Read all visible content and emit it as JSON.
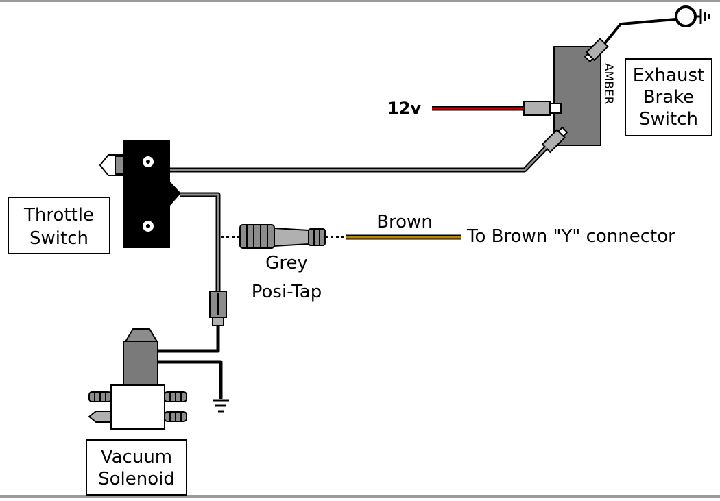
{
  "diagram": {
    "throttle_switch": {
      "lines": [
        "Throttle",
        "Switch"
      ]
    },
    "exhaust_brake_switch": {
      "lines": [
        "Exhaust",
        "Brake",
        "Switch"
      ],
      "body_text": "AMBER"
    },
    "vacuum_solenoid": {
      "lines": [
        "Vacuum",
        "Solenoid"
      ]
    },
    "posi_tap": {
      "lines": [
        "Grey",
        "Posi-Tap"
      ]
    },
    "wire_12v": {
      "label": "12v",
      "color": "#cc0000"
    },
    "wire_brown": {
      "label": "Brown",
      "destination": "To Brown \"Y\" connector",
      "color": "#b8860b"
    },
    "colors": {
      "body_grey": "#7a7a7a",
      "switch_black": "#000000",
      "tap_grey": "#8c8c8c"
    }
  }
}
